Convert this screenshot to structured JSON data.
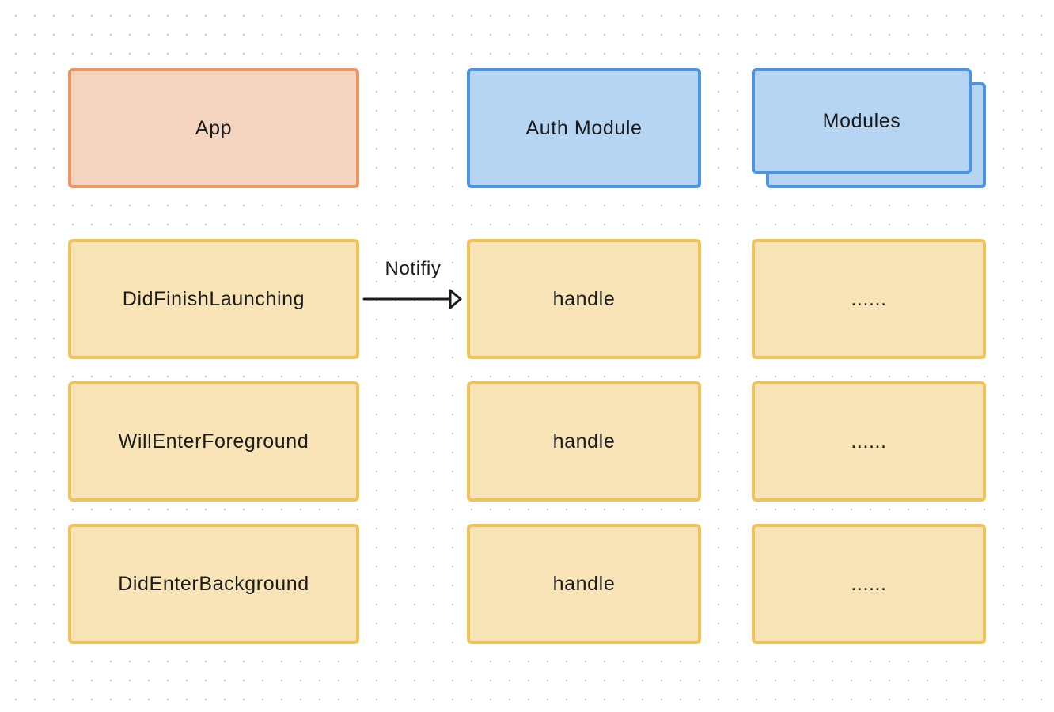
{
  "colors": {
    "app_fill": "#f5d4c0",
    "app_border": "#ea9563",
    "module_fill": "#b6d5f2",
    "module_border": "#4d94e0",
    "event_fill": "#f8e4b6",
    "event_border": "#f0c25a",
    "edge": "#1b1b1b"
  },
  "headers": {
    "app": "App",
    "auth_module": "Auth Module",
    "modules": "Modules"
  },
  "app_events": [
    {
      "label": "DidFinishLaunching"
    },
    {
      "label": "WillEnterForeground"
    },
    {
      "label": "DidEnterBackground"
    }
  ],
  "auth_handlers": [
    {
      "label": "handle"
    },
    {
      "label": "handle"
    },
    {
      "label": "handle"
    }
  ],
  "module_handlers": [
    {
      "label": "......"
    },
    {
      "label": "......"
    },
    {
      "label": "......"
    }
  ],
  "edges": [
    {
      "from": "DidFinishLaunching",
      "to": "handle",
      "label": "Notifiy"
    }
  ]
}
